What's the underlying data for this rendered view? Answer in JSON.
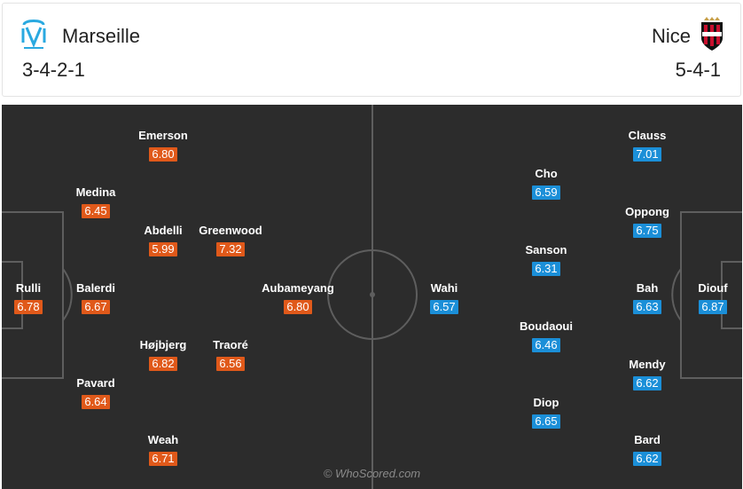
{
  "colors": {
    "home_rating": "#e0591a",
    "away_rating": "#1b8fd8",
    "pitch": "#2c2c2c"
  },
  "home": {
    "name": "Marseille",
    "formation": "3-4-2-1",
    "crest_icon": "marseille-crest-icon",
    "players": [
      {
        "name": "Rulli",
        "rating": "6.78"
      },
      {
        "name": "Balerdi",
        "rating": "6.67"
      },
      {
        "name": "Medina",
        "rating": "6.45"
      },
      {
        "name": "Pavard",
        "rating": "6.64"
      },
      {
        "name": "Emerson",
        "rating": "6.80"
      },
      {
        "name": "Abdelli",
        "rating": "5.99"
      },
      {
        "name": "Højbjerg",
        "rating": "6.82"
      },
      {
        "name": "Weah",
        "rating": "6.71"
      },
      {
        "name": "Greenwood",
        "rating": "7.32"
      },
      {
        "name": "Traoré",
        "rating": "6.56"
      },
      {
        "name": "Aubameyang",
        "rating": "6.80"
      }
    ]
  },
  "away": {
    "name": "Nice",
    "formation": "5-4-1",
    "crest_icon": "nice-crest-icon",
    "players": [
      {
        "name": "Diouf",
        "rating": "6.87"
      },
      {
        "name": "Clauss",
        "rating": "7.01"
      },
      {
        "name": "Oppong",
        "rating": "6.75"
      },
      {
        "name": "Bah",
        "rating": "6.63"
      },
      {
        "name": "Mendy",
        "rating": "6.62"
      },
      {
        "name": "Bard",
        "rating": "6.62"
      },
      {
        "name": "Cho",
        "rating": "6.59"
      },
      {
        "name": "Sanson",
        "rating": "6.31"
      },
      {
        "name": "Boudaoui",
        "rating": "6.46"
      },
      {
        "name": "Diop",
        "rating": "6.65"
      },
      {
        "name": "Wahi",
        "rating": "6.57"
      }
    ]
  },
  "watermark": "© WhoScored.com"
}
